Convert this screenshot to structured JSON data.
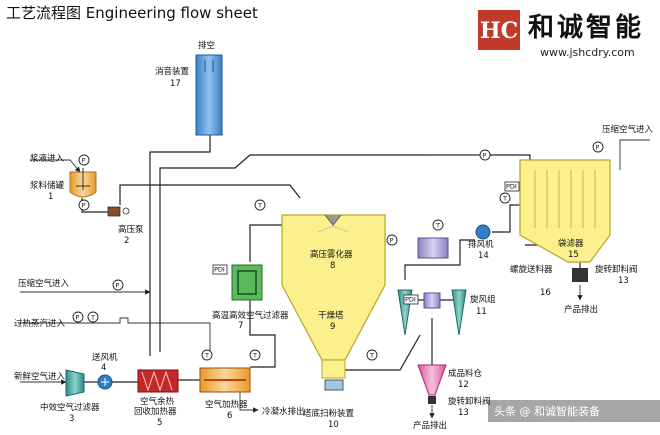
{
  "title": "工艺流程图  Engineering flow sheet",
  "brand": {
    "logo_text": "HC",
    "name_cn": "和诚智能",
    "url": "www.jshcdry.com",
    "colors": {
      "logo_bg": "#c0392b",
      "logo_fg": "#ffffff"
    }
  },
  "watermark": "头条 @ 和诚智能装备",
  "labels": {
    "exhaust": "排空",
    "silencer": "消音装置",
    "silencer_no": "17",
    "slurry_in": "浆液进入",
    "slurry_tank": "浆料储罐",
    "slurry_tank_no": "1",
    "hp_pump": "高压泵",
    "hp_pump_no": "2",
    "comp_air_in_left": "压缩空气进入",
    "steam_in": "过热蒸汽进入",
    "fresh_air_in": "新鲜空气进入",
    "fan": "送风机",
    "fan_no": "4",
    "mid_filter": "中效空气过滤器",
    "mid_filter_no": "3",
    "heat_recovery_1": "空气余热",
    "heat_recovery_2": "回收加热器",
    "heat_recovery_no": "5",
    "air_heater": "空气加热器",
    "air_heater_no": "6",
    "condensate": "冷凝水排出",
    "hepa": "高温高效空气过滤器",
    "hepa_no": "7",
    "atomizer": "高压雾化器",
    "atomizer_no": "8",
    "dryer": "干燥塔",
    "dryer_no": "9",
    "sweeper": "塔底扫粉装置",
    "sweeper_no": "10",
    "exhaust_fan": "排风机",
    "exhaust_fan_no": "14",
    "cyclone": "旋风组",
    "cyclone_no": "11",
    "product_bin": "成品料仓",
    "product_bin_no": "12",
    "rotary_valve_bottom": "旋转卸料阀",
    "rotary_valve_bottom_no": "13",
    "product_out_bottom": "产品排出",
    "comp_air_in_right": "压缩空气进入",
    "bag_filter": "袋滤器",
    "bag_filter_no": "15",
    "screw_conveyor": "螺旋送料器",
    "screw_conveyor_no": "16",
    "rotary_valve_right": "旋转卸料阀",
    "rotary_valve_right_no": "13",
    "product_out_right": "产品排出"
  },
  "instruments": {
    "pressure": "P",
    "temperature": "T",
    "pdi": "PDI"
  },
  "icons": [
    "fan-icon",
    "pump-icon",
    "valve-icon",
    "agitator-icon"
  ]
}
